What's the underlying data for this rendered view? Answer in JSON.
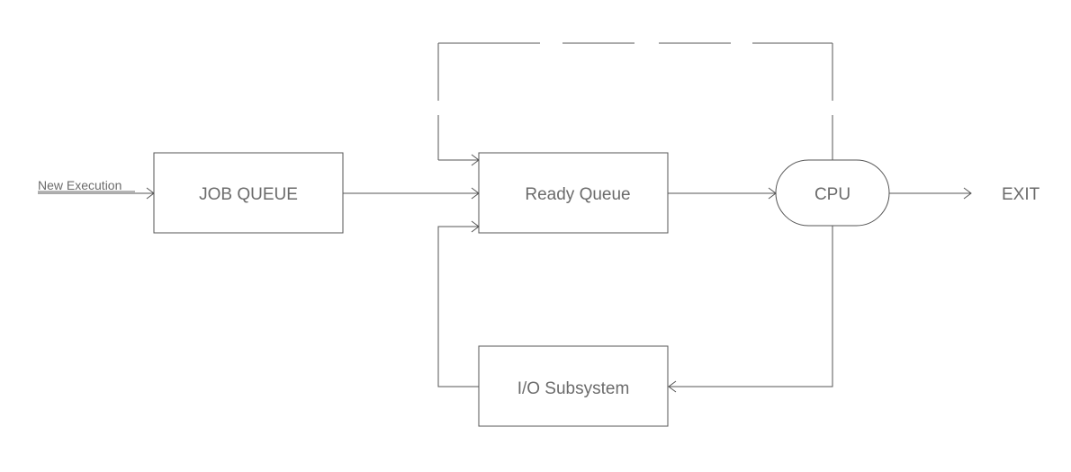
{
  "nodes": {
    "job_queue": "JOB QUEUE",
    "ready_queue": "Ready Queue",
    "cpu": "CPU",
    "io_subsystem": "I/O Subsystem"
  },
  "labels": {
    "new_execution": "New Execution",
    "exit": "EXIT"
  }
}
